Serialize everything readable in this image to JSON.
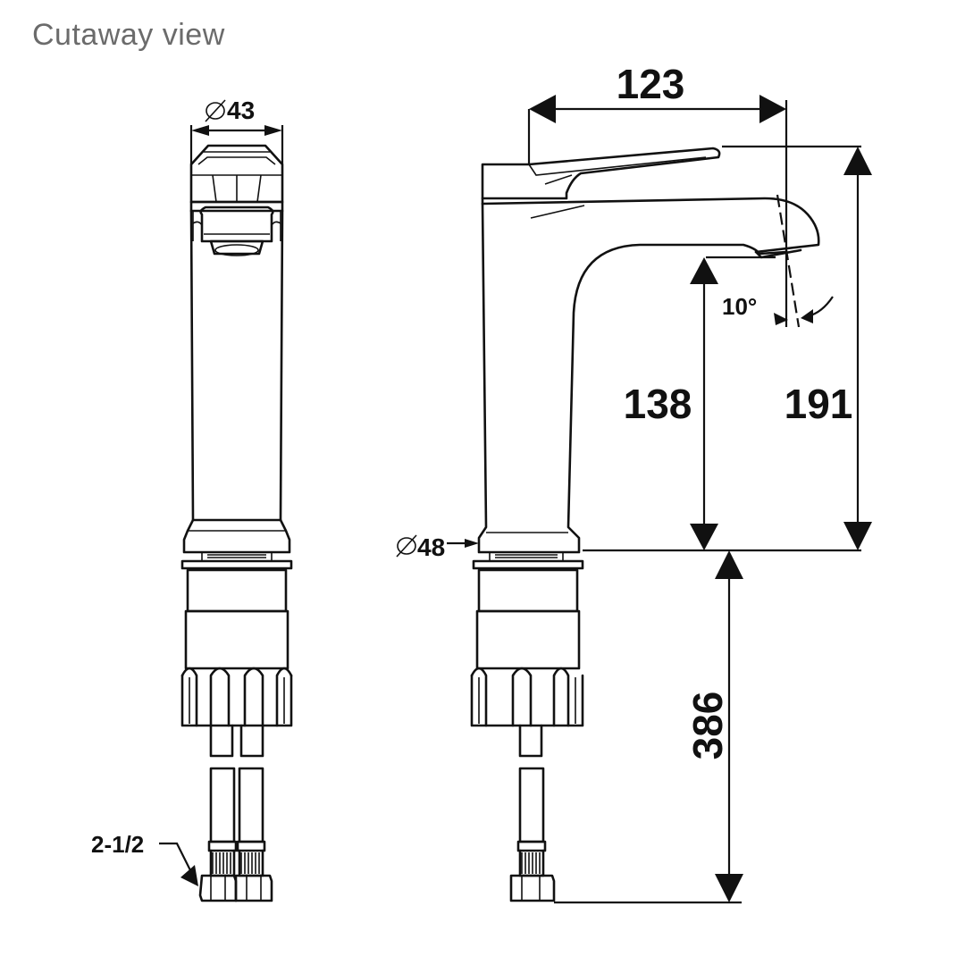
{
  "heading": "Cutaway view",
  "dimensions": {
    "handle_diameter": "43",
    "reach": "123",
    "spout_height": "138",
    "total_height": "191",
    "base_diameter": "48",
    "hose_length": "386",
    "spout_angle": "10°",
    "connector_size": "2-1/2"
  },
  "icons": {
    "diameter_symbol": "diameter-icon"
  }
}
